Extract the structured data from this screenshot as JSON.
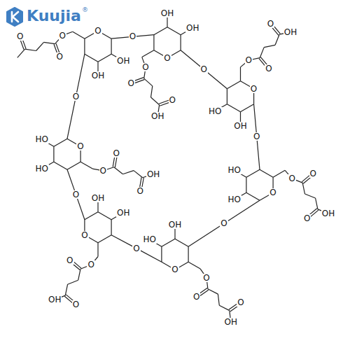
{
  "diagram": {
    "labels": [
      "Kuujia",
      "®",
      "O",
      "OH",
      "OH",
      "O",
      "O",
      "O",
      "O",
      "O",
      "OH",
      "OH",
      "O",
      "O",
      "O",
      "O",
      "OH",
      "O",
      "OH",
      "HO",
      "O",
      "O",
      "O",
      "O",
      "OH",
      "O",
      "HO",
      "HO",
      "O",
      "O",
      "O",
      "O",
      "OH",
      "O",
      "HO",
      "OH",
      "O",
      "O",
      "O",
      "O",
      "OH",
      "O",
      "OH",
      "OH",
      "O",
      "O",
      "O",
      "O",
      "OH",
      "O",
      "HO",
      "HO",
      "O",
      "O",
      "O",
      "O",
      "OH"
    ]
  }
}
